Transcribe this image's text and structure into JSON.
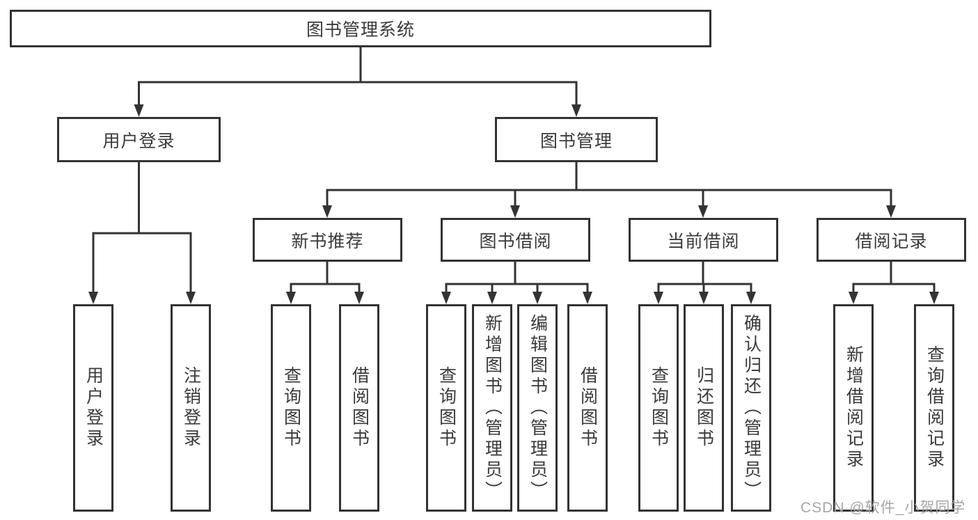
{
  "diagram": {
    "title": "图书管理系统",
    "branches": [
      {
        "label": "用户登录",
        "children": [
          {
            "label": "用户登录"
          },
          {
            "label": "注销登录"
          }
        ]
      },
      {
        "label": "图书管理",
        "children": [
          {
            "label": "新书推荐",
            "children": [
              {
                "label": "查询图书"
              },
              {
                "label": "借阅图书"
              }
            ]
          },
          {
            "label": "图书借阅",
            "children": [
              {
                "label": "查询图书"
              },
              {
                "label": "新增图书（管理员）"
              },
              {
                "label": "编辑图书（管理员）"
              },
              {
                "label": "借阅图书"
              }
            ]
          },
          {
            "label": "当前借阅",
            "children": [
              {
                "label": "查询图书"
              },
              {
                "label": "归还图书"
              },
              {
                "label": "确认归还（管理员）"
              }
            ]
          },
          {
            "label": "借阅记录",
            "children": [
              {
                "label": "新增借阅记录"
              },
              {
                "label": "查询借阅记录"
              }
            ]
          }
        ]
      }
    ]
  },
  "watermark": "CSDN @软件_小贺同学",
  "colors": {
    "line": "#333333",
    "text": "#3a3a3a",
    "watermark": "#a6a6a6",
    "background": "#ffffff"
  }
}
